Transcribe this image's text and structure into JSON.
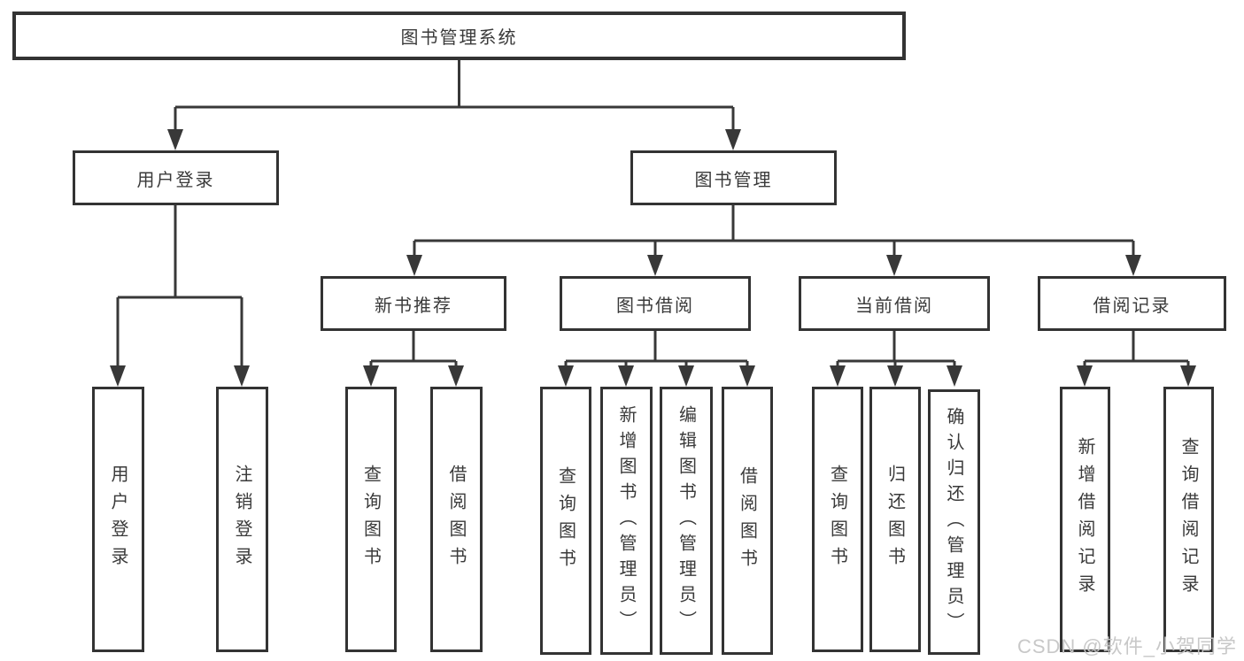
{
  "diagram_title": "图书管理系统",
  "tree": {
    "root": {
      "label": "图书管理系统",
      "children": [
        {
          "label": "用户登录",
          "children": [
            {
              "label": "用户登录"
            },
            {
              "label": "注销登录"
            }
          ]
        },
        {
          "label": "图书管理",
          "children": [
            {
              "label": "新书推荐",
              "children": [
                {
                  "label": "查询图书"
                },
                {
                  "label": "借阅图书"
                }
              ]
            },
            {
              "label": "图书借阅",
              "children": [
                {
                  "label": "查询图书"
                },
                {
                  "label": "新增图书（管理员）"
                },
                {
                  "label": "编辑图书（管理员）"
                },
                {
                  "label": "借阅图书"
                }
              ]
            },
            {
              "label": "当前借阅",
              "children": [
                {
                  "label": "查询图书"
                },
                {
                  "label": "归还图书"
                },
                {
                  "label": "确认归还（管理员）"
                }
              ]
            },
            {
              "label": "借阅记录",
              "children": [
                {
                  "label": "新增借阅记录"
                },
                {
                  "label": "查询借阅记录"
                }
              ]
            }
          ]
        }
      ]
    }
  },
  "watermark": {
    "text": "CSDN @软件_小贺同学"
  },
  "colors": {
    "line": "#383838",
    "box_border": "#333333",
    "box_fill": "#ffffff",
    "text": "#3a3a3a",
    "watermark": "#c5c5c5"
  }
}
